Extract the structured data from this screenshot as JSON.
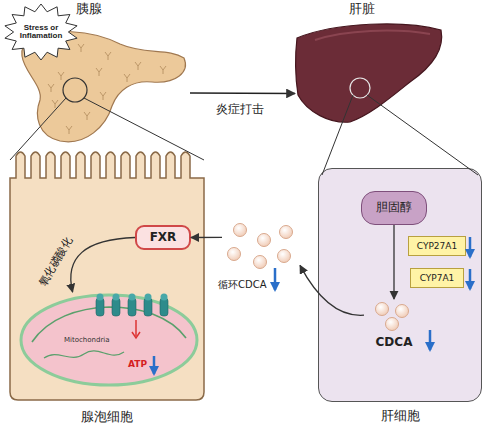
{
  "diagram": {
    "nodes": [
      {
        "text": [
          "胰腺"
        ]
      },
      {
        "text": [
          "Stress or Inflamation"
        ],
        "in": 0
      },
      {
        "text": [
          "肝脏"
        ]
      },
      {
        "text": [
          "腺泡细胞"
        ]
      },
      {
        "text": [
          "FXR"
        ],
        "in": 3
      },
      {
        "text": [
          "Mitochondria"
        ],
        "in": 3
      },
      {
        "text": [
          "循环CDCA"
        ]
      },
      {
        "text": [
          "肝细胞"
        ]
      },
      {
        "text": [
          "胆固醇"
        ],
        "in": 7
      },
      {
        "text": [
          "CYP27A1"
        ],
        "in": 7
      },
      {
        "text": [
          "CYP7A1"
        ],
        "in": 7
      },
      {
        "text": [
          "CDCA"
        ],
        "in": 7
      }
    ],
    "edges": [
      {
        "from": 0,
        "to": 2,
        "label": "炎症打击",
        "arrow": "to"
      },
      {
        "from": 4,
        "to": 5,
        "label": "氧化磷酸化",
        "arrow": "to"
      },
      {
        "from": 6,
        "to": 4,
        "arrow": "to"
      },
      {
        "from": 8,
        "to": 11,
        "arrow": "to"
      },
      {
        "from": 11,
        "to": 6,
        "arrow": "to"
      }
    ],
    "labels": [
      "ATP"
    ]
  }
}
